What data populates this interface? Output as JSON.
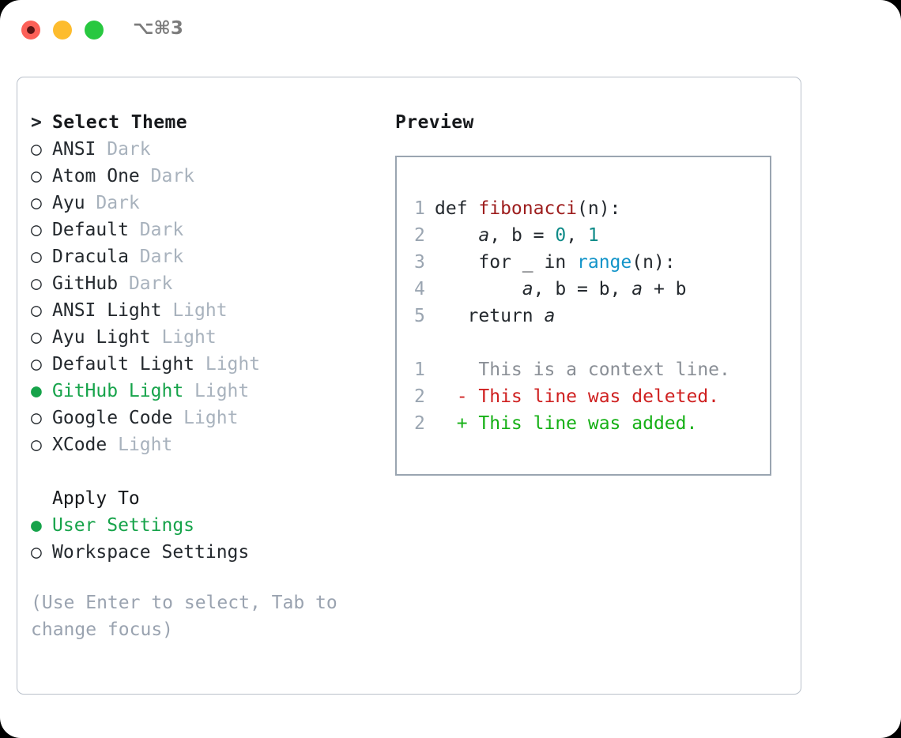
{
  "titlebar": {
    "shortcut": "⌥⌘3",
    "buttons": {
      "close_label": "close",
      "minimize_label": "minimize",
      "maximize_label": "maximize"
    }
  },
  "theme_picker": {
    "header": "Select Theme",
    "header_prefix": ">",
    "radio_off": "○",
    "radio_on": "●",
    "items": [
      {
        "name": "ANSI",
        "kind": "Dark",
        "selected": false
      },
      {
        "name": "Atom One",
        "kind": "Dark",
        "selected": false
      },
      {
        "name": "Ayu",
        "kind": "Dark",
        "selected": false
      },
      {
        "name": "Default",
        "kind": "Dark",
        "selected": false
      },
      {
        "name": "Dracula",
        "kind": "Dark",
        "selected": false
      },
      {
        "name": "GitHub",
        "kind": "Dark",
        "selected": false
      },
      {
        "name": "ANSI Light",
        "kind": "Light",
        "selected": false
      },
      {
        "name": "Ayu Light",
        "kind": "Light",
        "selected": false
      },
      {
        "name": "Default Light",
        "kind": "Light",
        "selected": false
      },
      {
        "name": "GitHub Light",
        "kind": "Light",
        "selected": true
      },
      {
        "name": "Google Code",
        "kind": "Light",
        "selected": false
      },
      {
        "name": "XCode",
        "kind": "Light",
        "selected": false
      }
    ]
  },
  "apply_to": {
    "label": "Apply To",
    "options": [
      {
        "name": "User Settings",
        "selected": true
      },
      {
        "name": "Workspace Settings",
        "selected": false
      }
    ]
  },
  "hint": "(Use Enter to select, Tab to change focus)",
  "preview": {
    "title": "Preview",
    "code": [
      {
        "num": "1",
        "segments": [
          {
            "text": "def ",
            "type": "plain"
          },
          {
            "text": "fibonacci",
            "type": "fn"
          },
          {
            "text": "(n):",
            "type": "plain"
          }
        ]
      },
      {
        "num": "2",
        "segments": [
          {
            "text": "    ",
            "type": "plain"
          },
          {
            "text": "a",
            "type": "var"
          },
          {
            "text": ", b = ",
            "type": "plain"
          },
          {
            "text": "0",
            "type": "num"
          },
          {
            "text": ", ",
            "type": "plain"
          },
          {
            "text": "1",
            "type": "num"
          }
        ]
      },
      {
        "num": "3",
        "segments": [
          {
            "text": "    for _ in ",
            "type": "plain"
          },
          {
            "text": "range",
            "type": "call"
          },
          {
            "text": "(n):",
            "type": "plain"
          }
        ]
      },
      {
        "num": "4",
        "segments": [
          {
            "text": "        ",
            "type": "plain"
          },
          {
            "text": "a",
            "type": "var"
          },
          {
            "text": ", b = b, ",
            "type": "plain"
          },
          {
            "text": "a",
            "type": "var"
          },
          {
            "text": " + b",
            "type": "plain"
          }
        ]
      },
      {
        "num": "5",
        "segments": [
          {
            "text": "   return ",
            "type": "plain"
          },
          {
            "text": "a",
            "type": "var"
          }
        ]
      }
    ],
    "diff": [
      {
        "num": "1",
        "sign": " ",
        "text": "This is a context line.",
        "kind": "context"
      },
      {
        "num": "2",
        "sign": "-",
        "text": "This line was deleted.",
        "kind": "deleted"
      },
      {
        "num": "2",
        "sign": "+",
        "text": "This line was added.",
        "kind": "added"
      }
    ]
  },
  "colors": {
    "accent_green": "#16a34a",
    "muted": "#a8b2bd",
    "hint": "#9aa3b0",
    "text": "#24292e",
    "code_fn": "#9d1d1d",
    "code_num": "#0f8b88",
    "code_call": "#1294c9",
    "diff_context": "#8a8f96",
    "diff_deleted": "#cf2020",
    "diff_added": "#15b015",
    "border": "#9aa5b1"
  }
}
